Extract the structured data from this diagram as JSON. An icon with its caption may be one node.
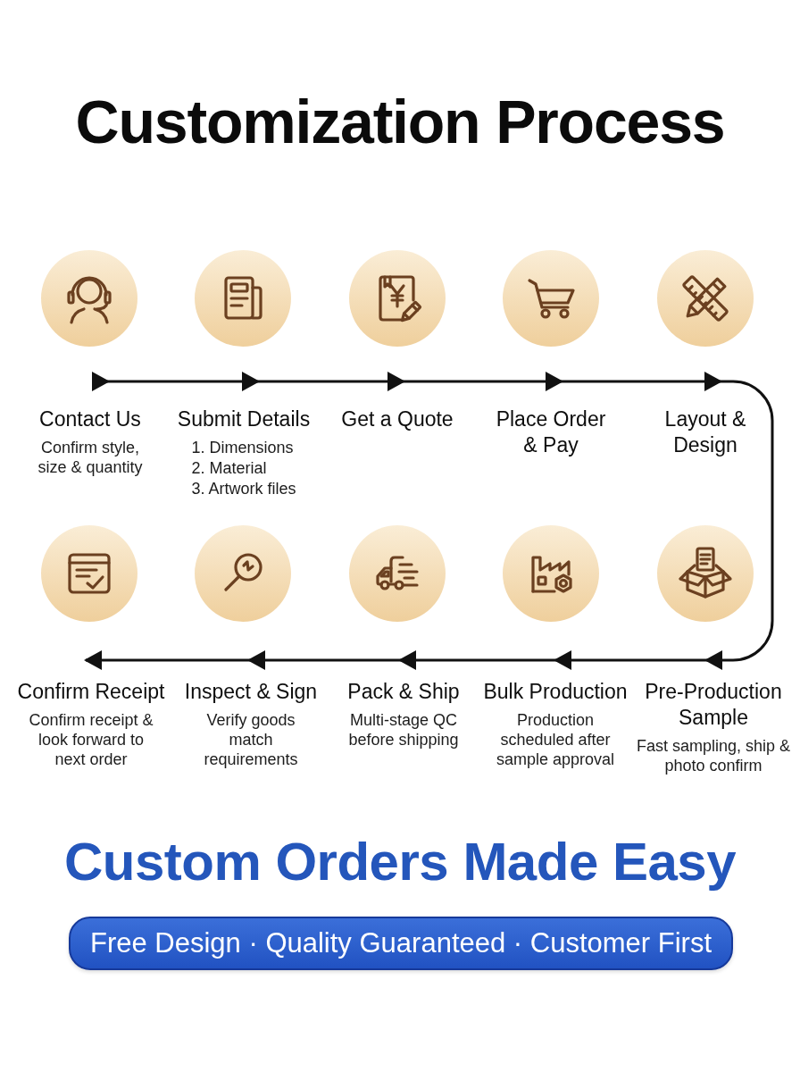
{
  "diagram": {
    "title": "Customization Process",
    "nodes": [
      {
        "text": [
          "Contact Us",
          "Confirm style, size & quantity"
        ]
      },
      {
        "text": [
          "Submit Details",
          "1. Dimensions",
          "2. Material",
          "3. Artwork files"
        ]
      },
      {
        "text": [
          "Get a Quote"
        ]
      },
      {
        "text": [
          "Place Order & Pay"
        ]
      },
      {
        "text": [
          "Layout & Design"
        ]
      },
      {
        "text": [
          "Pre-Production Sample",
          "Fast sampling, ship & photo confirm"
        ]
      },
      {
        "text": [
          "Bulk Production",
          "Production scheduled after sample approval"
        ]
      },
      {
        "text": [
          "Pack & Ship",
          "Multi-stage QC before shipping"
        ]
      },
      {
        "text": [
          "Inspect & Sign",
          "Verify goods match requirements"
        ]
      },
      {
        "text": [
          "Confirm Receipt",
          "Confirm receipt & look forward to next order"
        ]
      },
      {
        "text": [
          "Free Design · Quality Guaranteed · Customer First"
        ]
      }
    ],
    "edges": [
      {
        "from": null,
        "to": 0,
        "arrow": "to"
      },
      {
        "from": 0,
        "to": 1,
        "arrow": "to"
      },
      {
        "from": 1,
        "to": 2,
        "arrow": "to"
      },
      {
        "from": 2,
        "to": 3,
        "arrow": "to"
      },
      {
        "from": 3,
        "to": 4,
        "arrow": "to"
      },
      {
        "from": 4,
        "to": 5,
        "arrow": "to"
      },
      {
        "from": 5,
        "to": 6,
        "arrow": "to"
      },
      {
        "from": 6,
        "to": 7,
        "arrow": "to"
      },
      {
        "from": 7,
        "to": 8,
        "arrow": "to"
      },
      {
        "from": 8,
        "to": 9,
        "arrow": "to"
      }
    ],
    "labels": [
      "Custom Orders Made Easy"
    ]
  }
}
